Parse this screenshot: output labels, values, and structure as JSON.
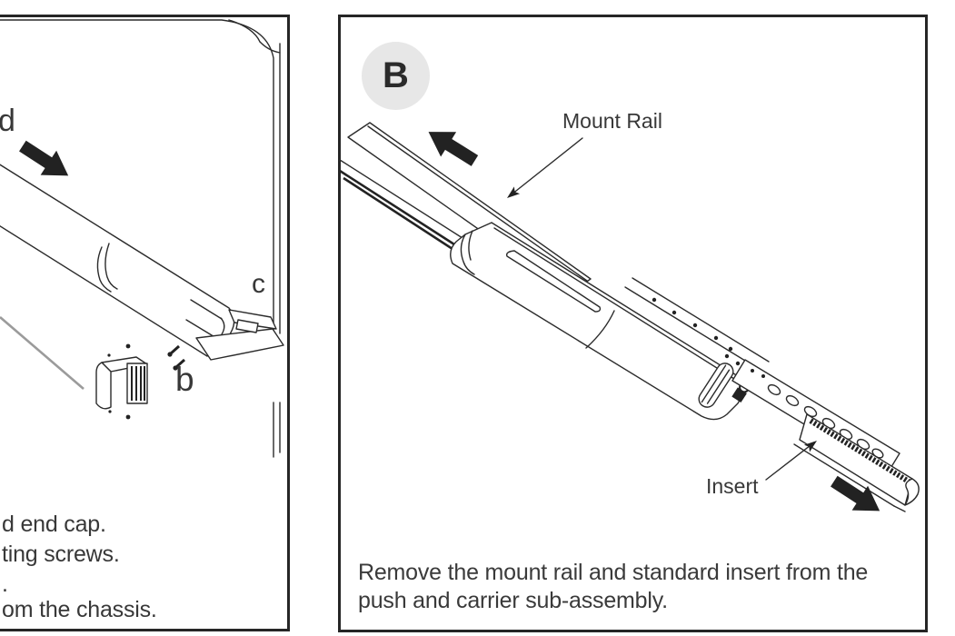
{
  "page": {
    "background": "#ffffff",
    "border_color": "#262626",
    "ink_color": "#2b2b2b",
    "text_color": "#3a3a3a",
    "badge_bg": "#e7e7e7",
    "leader_gray": "#9b9b9b"
  },
  "left_panel": {
    "callouts": {
      "d": "d",
      "c": "c",
      "b": "b"
    },
    "text_fragments": [
      "d end cap.",
      "ting screws.",
      ".",
      "om the chassis."
    ]
  },
  "right_panel": {
    "badge": "B",
    "labels": {
      "mount_rail": "Mount Rail",
      "insert": "Insert"
    },
    "caption": "Remove the mount rail and standard insert from the push and carrier sub-assembly."
  }
}
